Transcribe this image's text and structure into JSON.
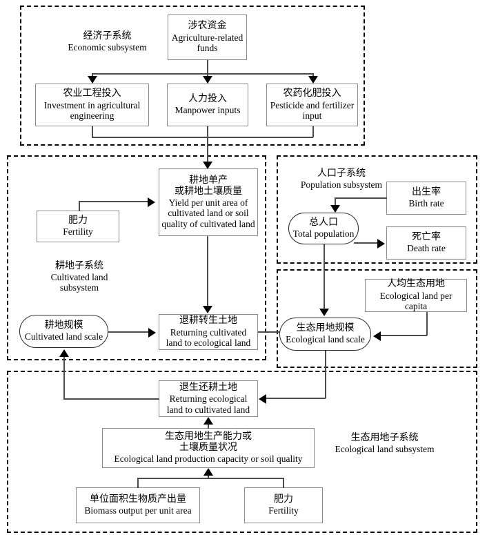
{
  "diagram": {
    "title_cn": "",
    "title_en": ""
  },
  "subsystems": {
    "economic": {
      "cn": "经济子系统",
      "en": "Economic subsystem"
    },
    "cultivated": {
      "cn": "耕地子系统",
      "en": "Cultivated land subsystem"
    },
    "population": {
      "cn": "人口子系统",
      "en": "Population subsystem"
    },
    "ecological": {
      "cn": "生态用地子系统",
      "en": "Ecological land subsystem"
    }
  },
  "nodes": {
    "funds": {
      "cn": "涉农资金",
      "en": "Agriculture-related funds"
    },
    "engineering": {
      "cn": "农业工程投入",
      "en": "Investment in agricultural engineering"
    },
    "manpower": {
      "cn": "人力投入",
      "en": "Manpower inputs"
    },
    "pesticide": {
      "cn": "农药化肥投入",
      "en": "Pesticide and fertilizer input"
    },
    "yield": {
      "cn": "耕地单产\n或耕地土壤质量",
      "cn1": "耕地单产",
      "cn2": "或耕地土壤质量",
      "en": "Yield per unit area of cultivated land or soil quality of cultivated land"
    },
    "fertility_cult": {
      "cn": "肥力",
      "en": "Fertility"
    },
    "cult_scale": {
      "cn": "耕地规模",
      "en": "Cultivated land scale"
    },
    "returning_cult": {
      "cn": "退耕转生土地",
      "en": "Returning cultivated land to ecological land"
    },
    "total_pop": {
      "cn": "总人口",
      "en": "Total population"
    },
    "birth_rate": {
      "cn": "出生率",
      "en": "Birth rate"
    },
    "death_rate": {
      "cn": "死亡率",
      "en": "Death rate"
    },
    "eco_scale": {
      "cn": "生态用地规模",
      "en": "Ecological land scale"
    },
    "eco_per_capita": {
      "cn": "人均生态用地",
      "en": "Ecological land per capita"
    },
    "returning_eco": {
      "cn": "退生还耕土地",
      "en": "Returning ecological land to cultivated land"
    },
    "eco_capacity": {
      "cn1": "生态用地生产能力或",
      "cn2": "土壤质量状况",
      "en": "Ecological land production capacity or soil quality"
    },
    "biomass": {
      "cn": "单位面积生物质产出量",
      "en": "Biomass output per unit area"
    },
    "fertility_eco": {
      "cn": "肥力",
      "en": "Fertility"
    }
  },
  "colors": {
    "background": "#ffffff",
    "node_border": "#8a8a8a",
    "stadium_border": "#2a2a2a",
    "connector": "#4a4a4a",
    "arrowhead": "#000000",
    "subsystem_border": "#000000"
  }
}
